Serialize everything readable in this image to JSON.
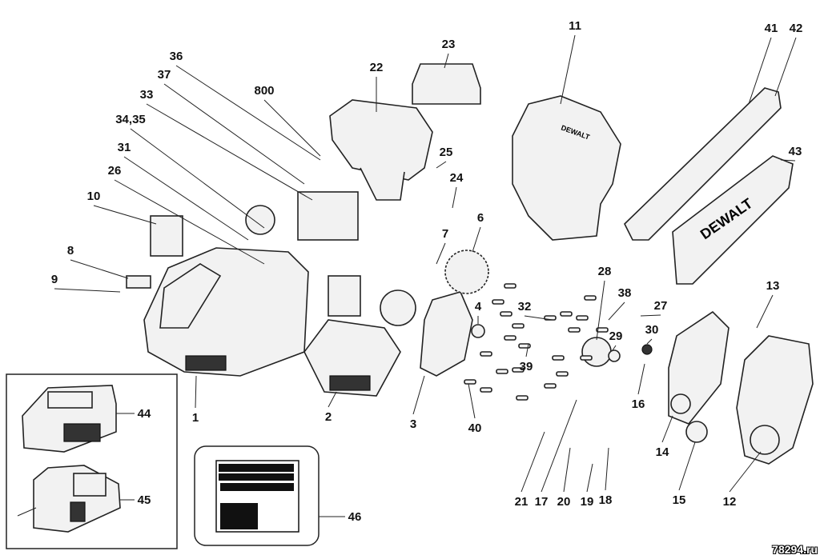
{
  "diagram": {
    "part_labels": [
      "36",
      "37",
      "800",
      "33",
      "34,35",
      "31",
      "26",
      "10",
      "8",
      "9",
      "22",
      "23",
      "25",
      "24",
      "7",
      "6",
      "11",
      "41",
      "42",
      "43",
      "28",
      "38",
      "27",
      "32",
      "4",
      "29",
      "30",
      "39",
      "13",
      "16",
      "14",
      "15",
      "12",
      "18",
      "19",
      "20",
      "17",
      "21",
      "40",
      "3",
      "2",
      "1",
      "44",
      "45",
      "46"
    ],
    "brand_logo": "DEWALT",
    "watermark": "78294.ru"
  }
}
